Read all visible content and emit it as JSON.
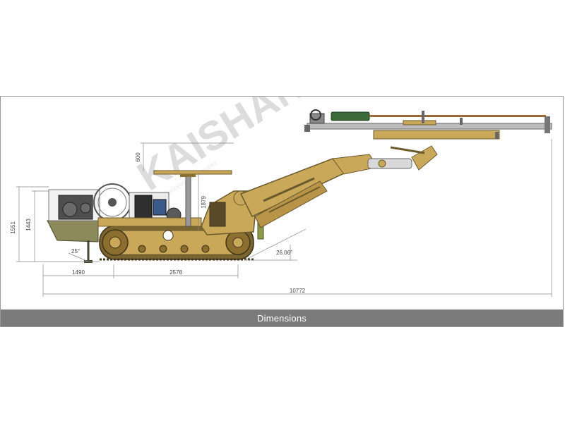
{
  "caption": "Dimensions",
  "watermark": {
    "brand": "KAISHAN",
    "tagline": "ENGINEERING MACHINERY"
  },
  "dimensions": {
    "total_height": "1551",
    "body_height": "1443",
    "rear_length": "1490",
    "track_length": "2578",
    "overall_length": "10772",
    "mast_height": "1879",
    "canopy_height": "600",
    "rear_angle": "25°",
    "front_angle": "26.06°"
  },
  "colors": {
    "body": "#c9a85a",
    "body_dark": "#8c6e2e",
    "track": "#6b5a2c",
    "engine": "#5a5a5a",
    "line": "#666666",
    "caption_bg": "#7b7b7b"
  }
}
